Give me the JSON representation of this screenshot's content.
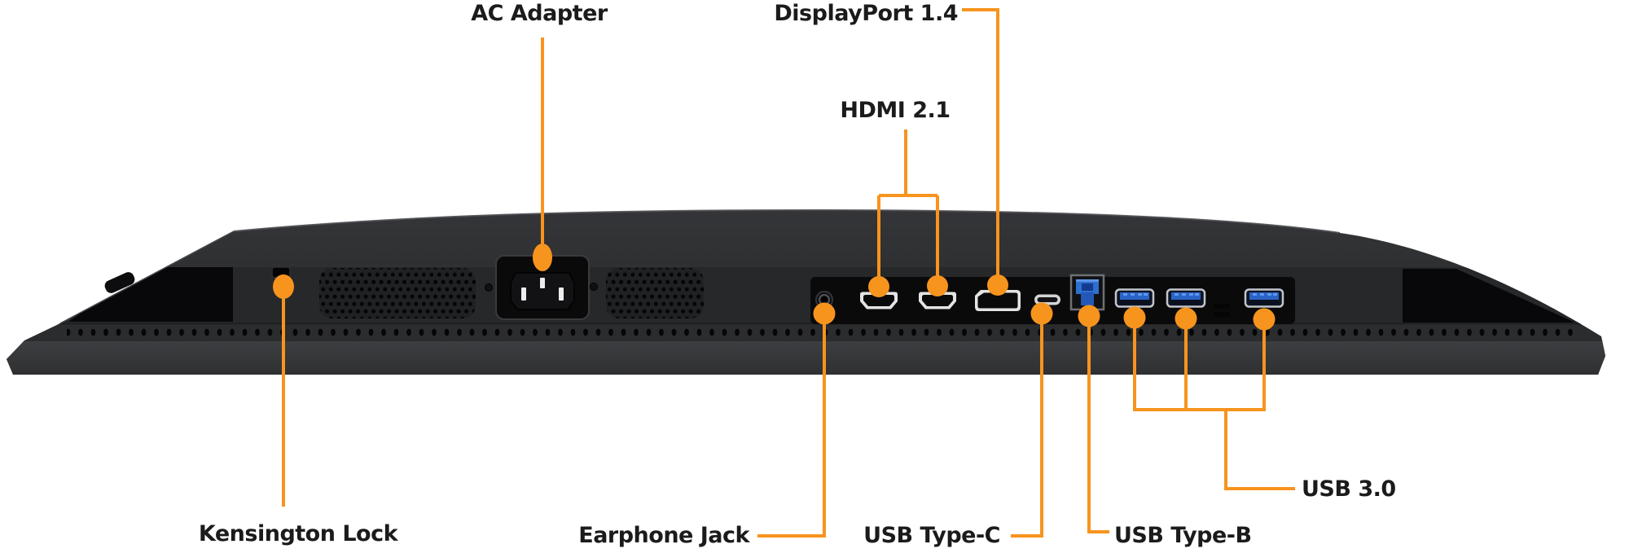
{
  "diagram": {
    "subject": "Monitor bottom edge port callout diagram",
    "labels": {
      "ac_adapter": "AC Adapter",
      "displayport": "DisplayPort 1.4",
      "hdmi": "HDMI 2.1",
      "kensington_lock": "Kensington Lock",
      "earphone_jack": "Earphone Jack",
      "usb_type_c": "USB Type-C",
      "usb_type_b": "USB Type-B",
      "usb_30": "USB 3.0"
    },
    "ports": [
      {
        "name": "kensington-lock-slot",
        "label": "Kensington Lock"
      },
      {
        "name": "ac-power-inlet",
        "label": "AC Adapter"
      },
      {
        "name": "earphone-jack",
        "label": "Earphone Jack"
      },
      {
        "name": "hdmi-port-1",
        "label": "HDMI 2.1"
      },
      {
        "name": "hdmi-port-2",
        "label": "HDMI 2.1"
      },
      {
        "name": "displayport-port",
        "label": "DisplayPort 1.4"
      },
      {
        "name": "usb-c-port",
        "label": "USB Type-C"
      },
      {
        "name": "usb-b-port",
        "label": "USB Type-B"
      },
      {
        "name": "usb-a-port-1",
        "label": "USB 3.0"
      },
      {
        "name": "usb-a-port-2",
        "label": "USB 3.0"
      },
      {
        "name": "usb-a-port-3",
        "label": "USB 3.0"
      }
    ],
    "colors": {
      "callout_orange": "#F7941E",
      "usb_blue": "#2F6FD0",
      "body_dark": "#2C2D2F",
      "background": "#FFFFFF",
      "label_text": "#1B1B1B"
    }
  }
}
